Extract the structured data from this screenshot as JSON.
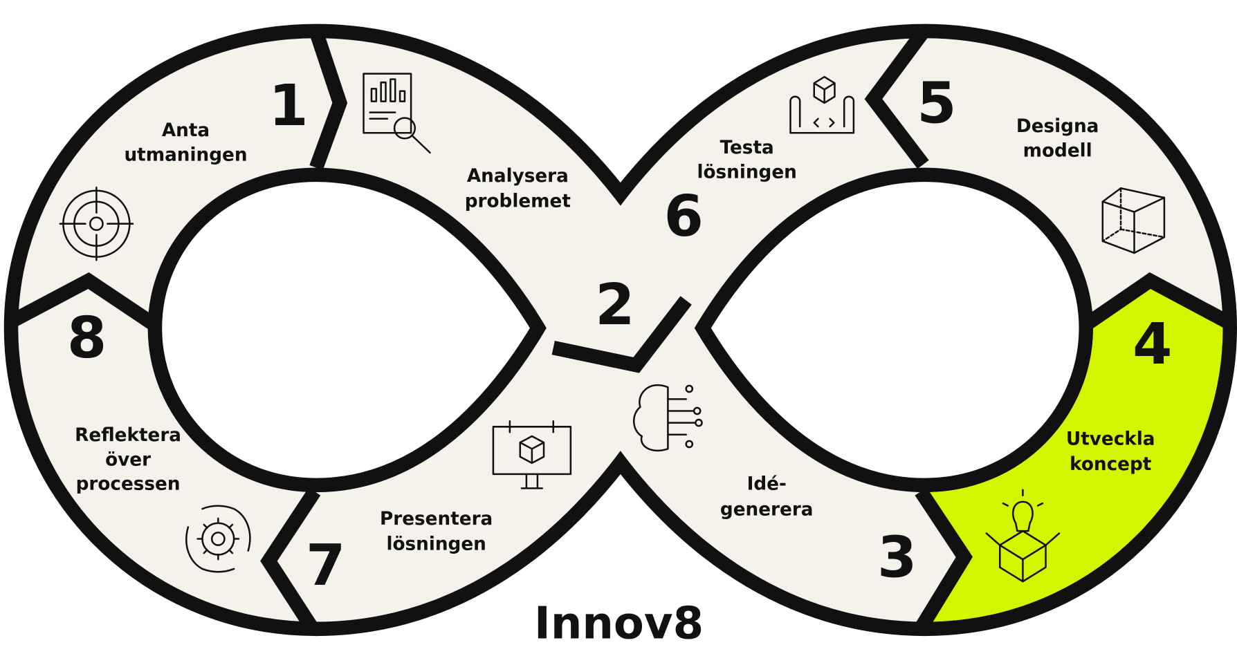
{
  "title": "Innov8",
  "colors": {
    "band": "#f5f1eb",
    "outline": "#111111",
    "highlight": "#d4f500"
  },
  "steps": [
    {
      "number": "1",
      "line1": "Anta",
      "line2": "utmaningen",
      "icon": "target-icon"
    },
    {
      "number": "2",
      "line1": "Analysera",
      "line2": "problemet",
      "icon": "report-magnifier-icon"
    },
    {
      "number": "3",
      "line1": "Idé-",
      "line2": "generera",
      "icon": "brain-circuit-icon"
    },
    {
      "number": "4",
      "line1": "Utveckla",
      "line2": "koncept",
      "icon": "lightbulb-box-icon",
      "highlighted": true
    },
    {
      "number": "5",
      "line1": "Designa",
      "line2": "modell",
      "icon": "wireframe-cube-icon"
    },
    {
      "number": "6",
      "line1": "Testa",
      "line2": "lösningen",
      "icon": "cube-blueprint-icon"
    },
    {
      "number": "7",
      "line1": "Presentera",
      "line2": "lösningen",
      "icon": "presentation-board-icon"
    },
    {
      "number": "8",
      "line1": "Reflektera",
      "line2": "över",
      "line3": "processen",
      "icon": "gear-cycle-icon"
    }
  ]
}
